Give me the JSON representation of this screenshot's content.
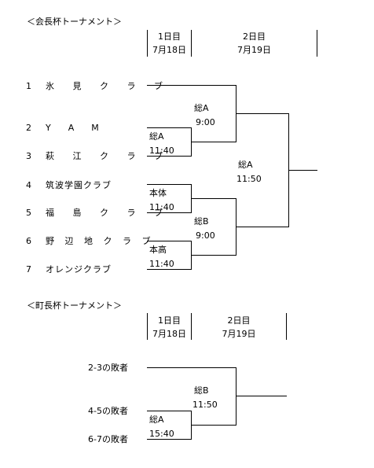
{
  "tournament1": {
    "title": "＜会長杯トーナメント＞",
    "day1": {
      "label": "1日目",
      "date": "7月18日"
    },
    "day2": {
      "label": "2日目",
      "date": "7月19日"
    },
    "teams": [
      {
        "num": "1",
        "name": "氷 見 ク ラ ブ"
      },
      {
        "num": "2",
        "name": "Y　　A　　M"
      },
      {
        "num": "3",
        "name": "萩 江 ク ラ ブ"
      },
      {
        "num": "4",
        "name": "筑波学園クラブ"
      },
      {
        "num": "5",
        "name": "福 島 ク ラ ブ"
      },
      {
        "num": "6",
        "name": "野 辺 地 ク ラ ブ"
      },
      {
        "num": "7",
        "name": "オレンジクラブ"
      }
    ],
    "matches": {
      "r1_2v3": {
        "venue": "総A",
        "time": "11:40"
      },
      "r1_4v5": {
        "venue": "本体",
        "time": "11:40"
      },
      "r1_6v7": {
        "venue": "本高",
        "time": "11:40"
      },
      "sf_top": {
        "venue": "総A",
        "time": "9:00"
      },
      "sf_bottom": {
        "venue": "総B",
        "time": "9:00"
      },
      "final": {
        "venue": "総A",
        "time": "11:50"
      }
    }
  },
  "tournament2": {
    "title": "＜町長杯トーナメント＞",
    "day1": {
      "label": "1日目",
      "date": "7月18日"
    },
    "day2": {
      "label": "2日目",
      "date": "7月19日"
    },
    "entries": [
      "2-3の敗者",
      "4-5の敗者",
      "6-7の敗者"
    ],
    "matches": {
      "r1": {
        "venue": "総A",
        "time": "15:40"
      },
      "final": {
        "venue": "総B",
        "time": "11:50"
      }
    }
  }
}
